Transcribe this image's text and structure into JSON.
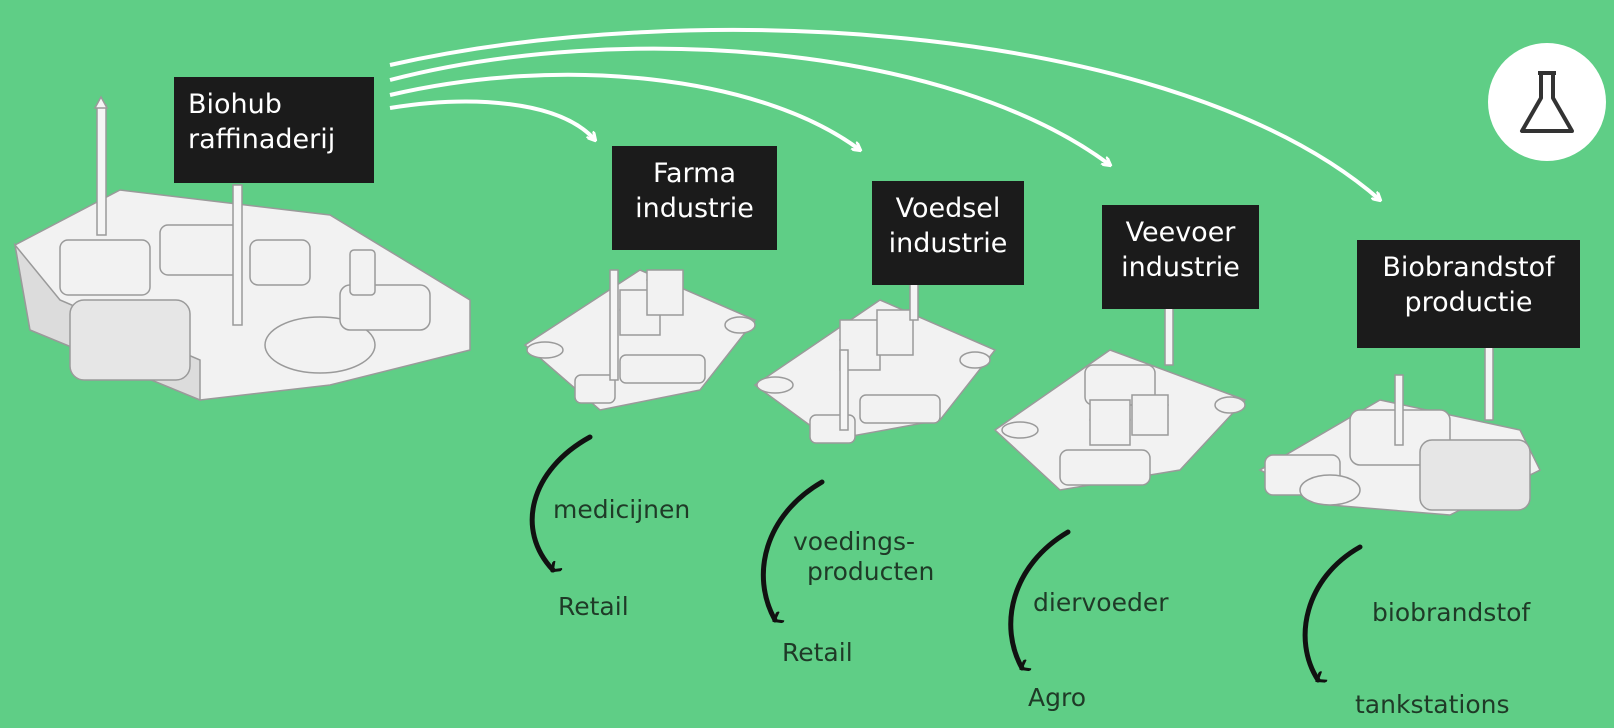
{
  "colors": {
    "background": "#5fce86",
    "label_bg": "#1b1b1b",
    "label_text": "#ffffff",
    "flow_text": "#1f3a27",
    "arrows": "#ffffff",
    "downstream_arrows": "#111111"
  },
  "hub": {
    "label_line1": "Biohub",
    "label_line2": "raffinaderij"
  },
  "badge_icon": "flask-icon",
  "industries": [
    {
      "id": "farma",
      "label_line1": "Farma",
      "label_line2": "industrie",
      "product_line1": "medicijnen",
      "product_line2": "",
      "destination": "Retail"
    },
    {
      "id": "voedsel",
      "label_line1": "Voedsel",
      "label_line2": "industrie",
      "product_line1": "voedings-",
      "product_line2": "producten",
      "destination": "Retail"
    },
    {
      "id": "veevoer",
      "label_line1": "Veevoer",
      "label_line2": "industrie",
      "product_line1": "diervoeder",
      "product_line2": "",
      "destination": "Agro"
    },
    {
      "id": "biobrandstof",
      "label_line1": "Biobrandstof",
      "label_line2": "productie",
      "product_line1": "biobrandstof",
      "product_line2": "",
      "destination": "tankstations"
    }
  ]
}
